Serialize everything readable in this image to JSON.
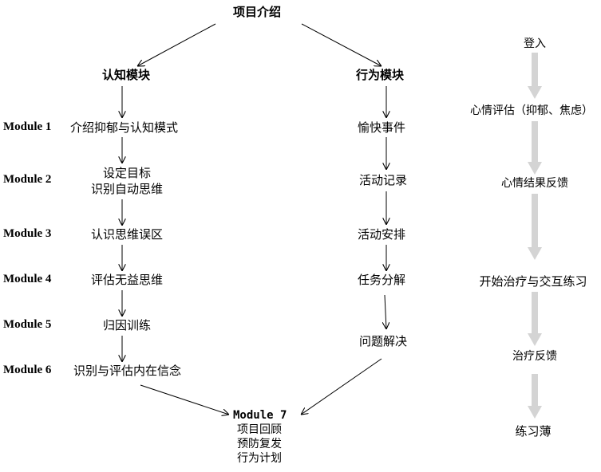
{
  "top_title": "项目介绍",
  "branches": {
    "cognitive": "认知模块",
    "behavioral": "行为模块"
  },
  "module_labels": [
    "Module 1",
    "Module 2",
    "Module 3",
    "Module 4",
    "Module 5",
    "Module 6"
  ],
  "cognitive_steps": {
    "m1": "介绍抑郁与认知模式",
    "m2_line1": "设定目标",
    "m2_line2": "识别自动思维",
    "m3": "认识思维误区",
    "m4": "评估无益思维",
    "m5": "归因训练",
    "m6": "识别与评估内在信念"
  },
  "behavioral_steps": {
    "b1": "愉快事件",
    "b2": "活动记录",
    "b3": "活动安排",
    "b4": "任务分解",
    "b5": "问题解决"
  },
  "final_module": {
    "label": "Module 7",
    "line1": "项目回顾",
    "line2": "预防复发",
    "line3": "行为计划"
  },
  "right_flow": {
    "s1": "登入",
    "s2": "心情评估（抑郁、焦虑）",
    "s3": "心情结果反馈",
    "s4": "开始治疗与交互练习",
    "s5": "治疗反馈",
    "s6": "练习薄"
  },
  "colors": {
    "arrow": "#000000",
    "gray_arrow": "#d4d4d4"
  }
}
